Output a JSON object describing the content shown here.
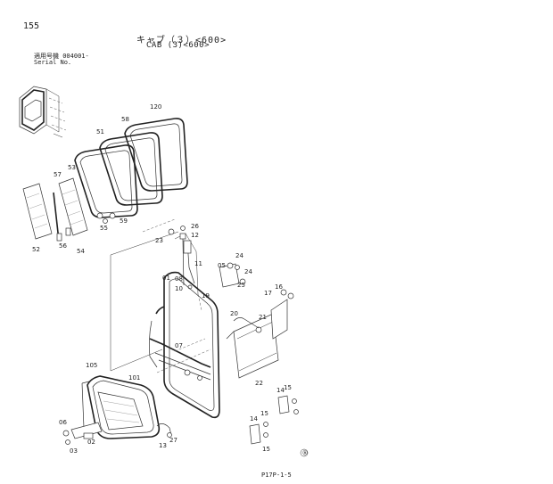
{
  "page_number": "155",
  "title_jp": "キャブ（３）<600>",
  "title_en": "CAB (3)<600>",
  "serial_jp": "適用号機 004001-",
  "serial_en": "Serial No.",
  "drawing_code": "P17P-1-5",
  "callouts": [
    "120",
    "58",
    "51",
    "57",
    "53",
    "55",
    "59",
    "52",
    "56",
    "54",
    "26",
    "23",
    "12",
    "11",
    "01",
    "08",
    "10",
    "05",
    "24",
    "24",
    "25",
    "16",
    "17",
    "19",
    "20",
    "21",
    "07",
    "105",
    "101",
    "02",
    "06",
    "03",
    "13",
    "27",
    "14",
    "15",
    "15",
    "15",
    "14",
    "22"
  ]
}
